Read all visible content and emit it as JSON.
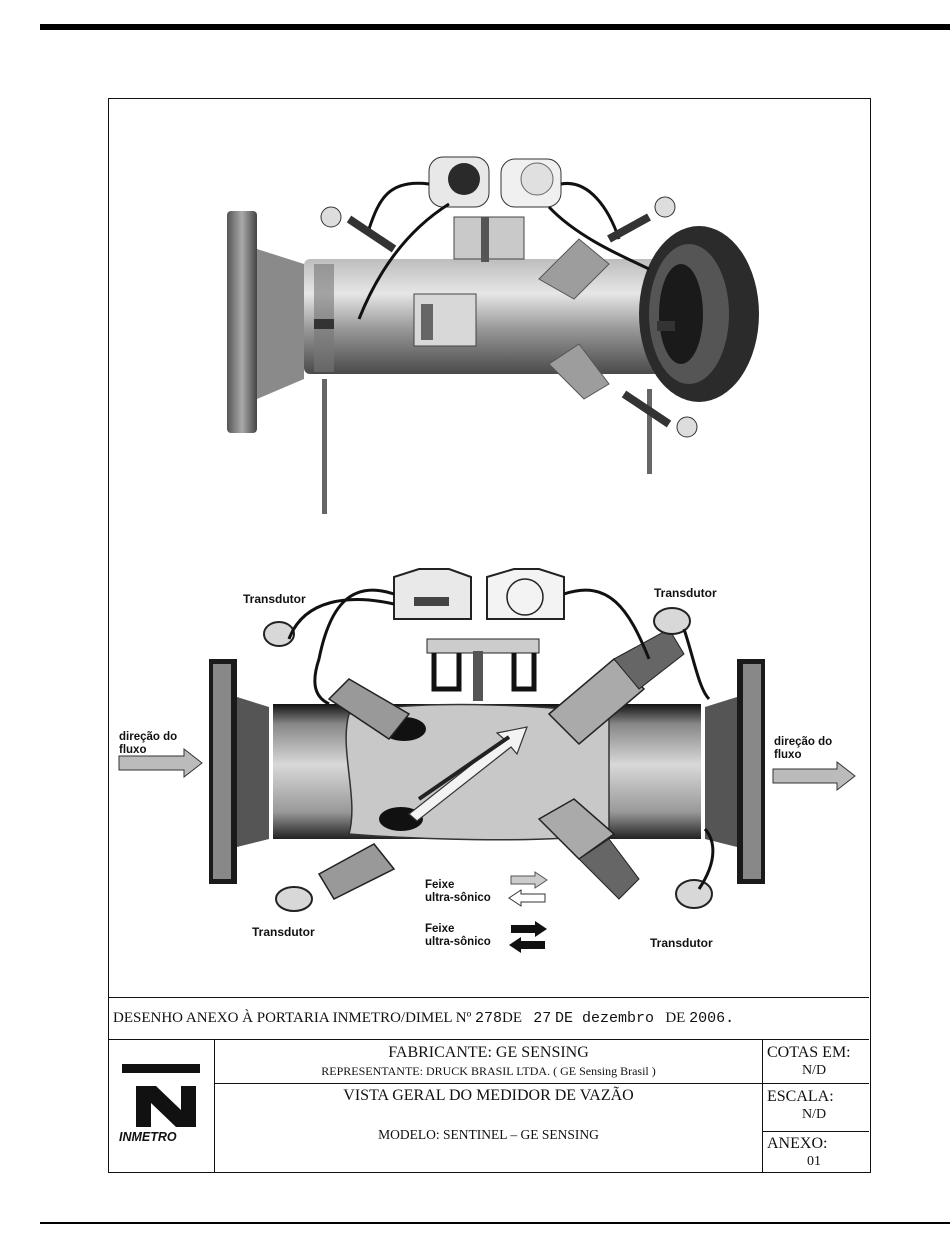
{
  "drawing": {
    "labels": {
      "transdutor_top_left": "Transdutor",
      "transdutor_top_right": "Transdutor",
      "transdutor_bottom_left": "Transdutor",
      "transdutor_bottom_right": "Transdutor",
      "flow_left_line1": "direção do",
      "flow_left_line2": "fluxo",
      "flow_right_line1": "direção do",
      "flow_right_line2": "fluxo",
      "legend1_line1": "Feixe",
      "legend1_line2": "ultra-sônico",
      "legend2_line1": "Feixe",
      "legend2_line2": "ultra-sônico"
    }
  },
  "decree": {
    "prefix": "DESENHO ANEXO À PORTARIA INMETRO/DIMEL Nº",
    "number": "278",
    "de1": "DE",
    "day": "27",
    "month": "DE dezembro",
    "year_prefix": "DE",
    "year": "2006."
  },
  "titleblock": {
    "logo_text": "INMETRO",
    "fabricante": "FABRICANTE: GE SENSING",
    "representante": "REPRESENTANTE: DRUCK BRASIL LTDA. ( GE Sensing Brasil )",
    "vista": "VISTA GERAL DO MEDIDOR DE VAZÃO",
    "modelo": "MODELO: SENTINEL – GE SENSING",
    "cotas_label": "COTAS EM:",
    "cotas_value": "N/D",
    "escala_label": "ESCALA:",
    "escala_value": "N/D",
    "anexo_label": "ANEXO:",
    "anexo_value": "01"
  }
}
